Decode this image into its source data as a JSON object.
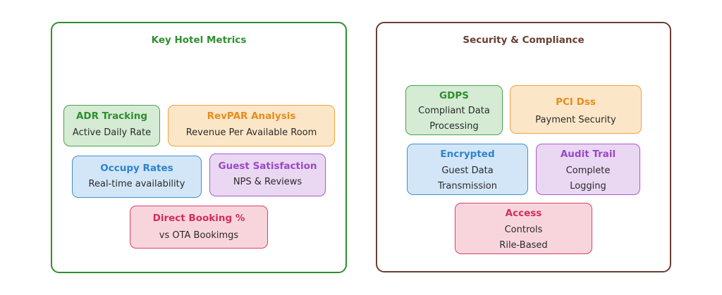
{
  "colors": {
    "left_panel_border": "#2e8f2f",
    "right_panel_border": "#6b3d34",
    "green": "#2e8f2f",
    "orange": "#e48d1c",
    "blue": "#2d82cd",
    "purple": "#9a48c6",
    "pink": "#d12d5f"
  },
  "left_panel": {
    "title": "Key Hotel Metrics",
    "cards": {
      "adr": {
        "title": "ADR Tracking",
        "line1": "Active Daily Rate"
      },
      "revpar": {
        "title": "RevPAR Analysis",
        "line1": "Revenue Per Available Room"
      },
      "occupancy": {
        "title": "Occupy Rates",
        "line1": "Real-time availability"
      },
      "guest": {
        "title": "Guest Satisfaction",
        "line1": "NPS & Reviews"
      },
      "direct": {
        "title": "Direct Booking %",
        "line1": "vs OTA Bookimgs"
      }
    }
  },
  "right_panel": {
    "title": "Security & Compliance",
    "cards": {
      "gdps": {
        "title": "GDPS",
        "line1": "Compliant Data",
        "line2": "Processing"
      },
      "pci": {
        "title": "PCI Dss",
        "line1": "Payment Security"
      },
      "encrypted": {
        "title": "Encrypted",
        "line1": "Guest Data",
        "line2": "Transmission"
      },
      "audit": {
        "title": "Audit Trail",
        "line1": "Complete",
        "line2": "Logging"
      },
      "access": {
        "title": "Access",
        "line1": "Controls",
        "line2": "Rile-Based"
      }
    }
  }
}
